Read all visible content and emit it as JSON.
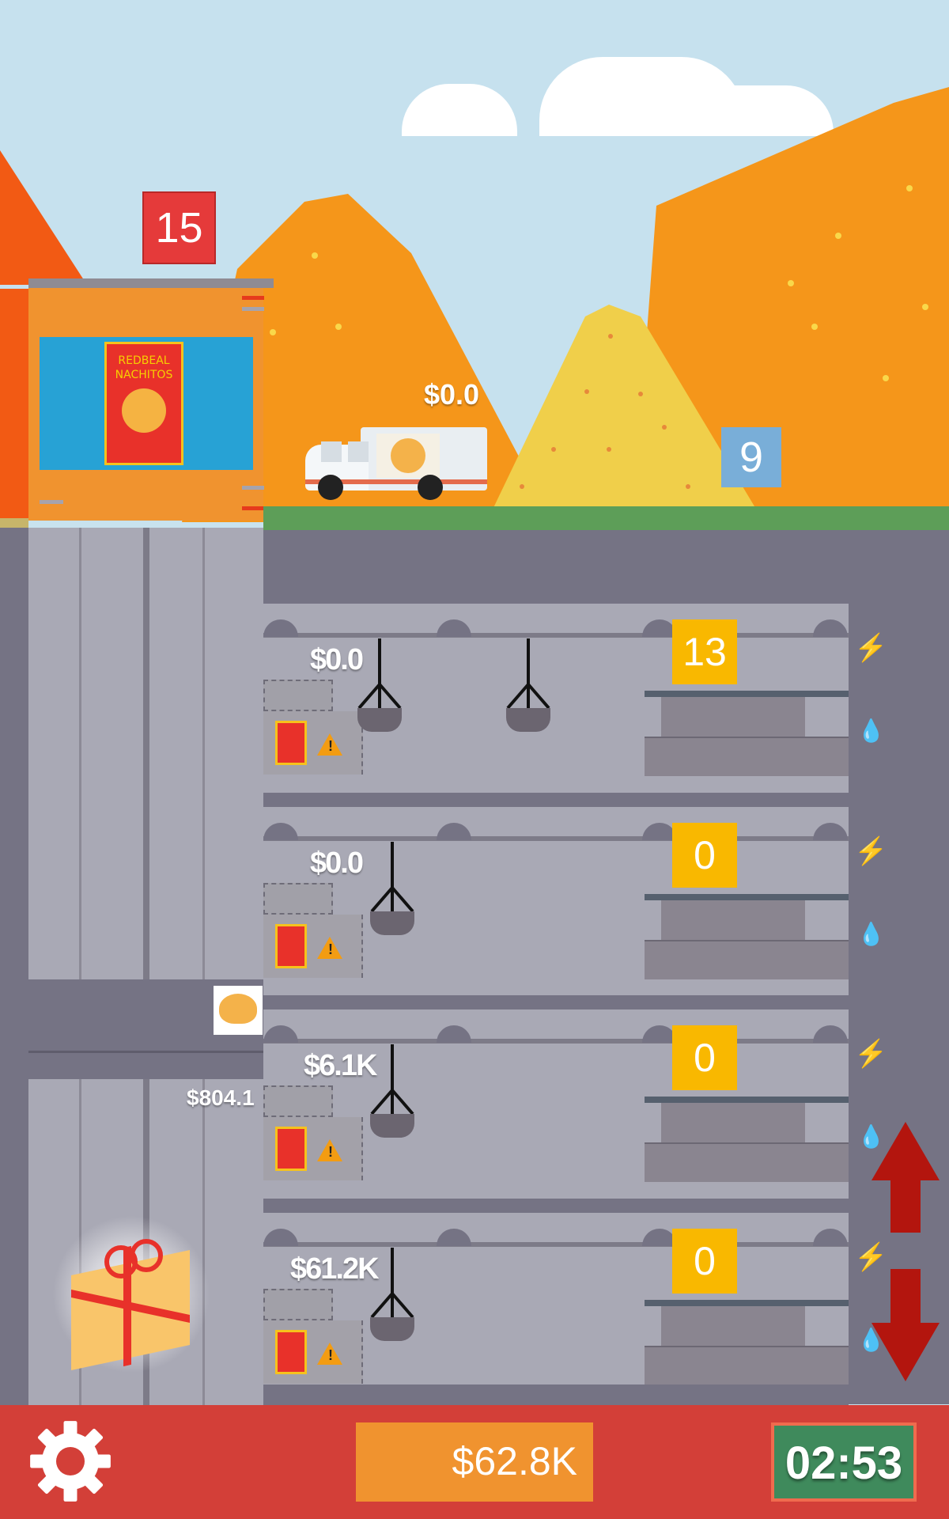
{
  "hud": {
    "money": "$62.8K",
    "timer": "02:53",
    "settings_icon": "gear-icon"
  },
  "warehouse": {
    "badge": "15",
    "bag_label": "REDBEAL NACHITOS"
  },
  "truck": {
    "amount": "$0.0",
    "badge": "9"
  },
  "elevator": {
    "amount": "$804.1"
  },
  "floors": [
    {
      "amount": "$0.0",
      "badge": "13"
    },
    {
      "amount": "$0.0",
      "badge": "0"
    },
    {
      "amount": "$6.1K",
      "badge": "0"
    },
    {
      "amount": "$61.2K",
      "badge": "0"
    }
  ],
  "colors": {
    "hud_red": "#d33f38",
    "money_orange": "#f0932f",
    "timer_green": "#3f8a5c",
    "badge_yellow": "#f9b800",
    "badge_red": "#e53a3a",
    "badge_blue": "#79aed8",
    "arrow_red": "#b3150e"
  }
}
